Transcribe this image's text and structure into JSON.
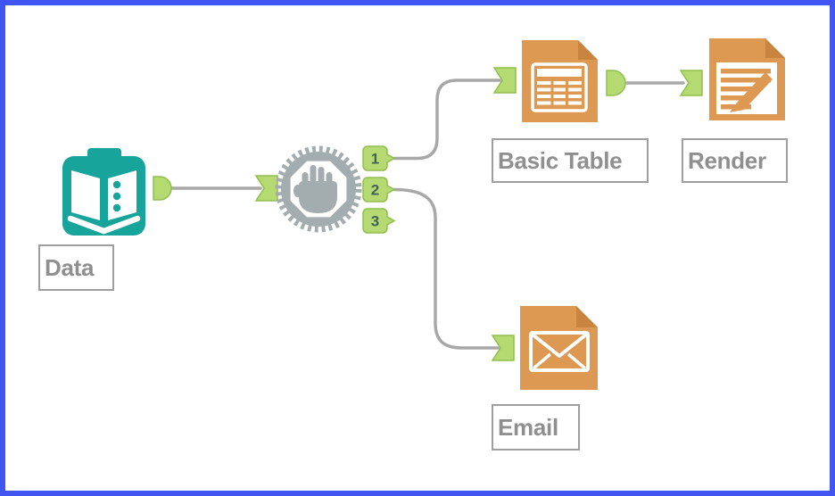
{
  "frame": {
    "border_color": "#4155f0",
    "background": "#ffffff"
  },
  "palette": {
    "teal": "#17a49b",
    "orange": "#dd9852",
    "orange_dark": "#c9853f",
    "anchor_green": "#b6da72",
    "anchor_green_border": "#8fbf4d",
    "anchor_number_color": "#44625c",
    "wire_gray": "#a8a8a8",
    "gear_gray": "#a3adaf",
    "label_text": "#8f8f8f",
    "label_border": "#9e9e9e"
  },
  "icons": {
    "data_tool": "open-book-icon",
    "block_until_done_tool": "gear-stop-hand-icon",
    "basic_table_tool": "document-table-icon",
    "render_tool": "document-pencil-icon",
    "email_tool": "document-envelope-icon"
  },
  "nodes": {
    "data": {
      "label": "Data"
    },
    "block_until_done": {
      "output_anchors": [
        "1",
        "2",
        "3"
      ]
    },
    "basic_table": {
      "label": "Basic Table"
    },
    "render": {
      "label": "Render"
    },
    "email": {
      "label": "Email"
    }
  }
}
